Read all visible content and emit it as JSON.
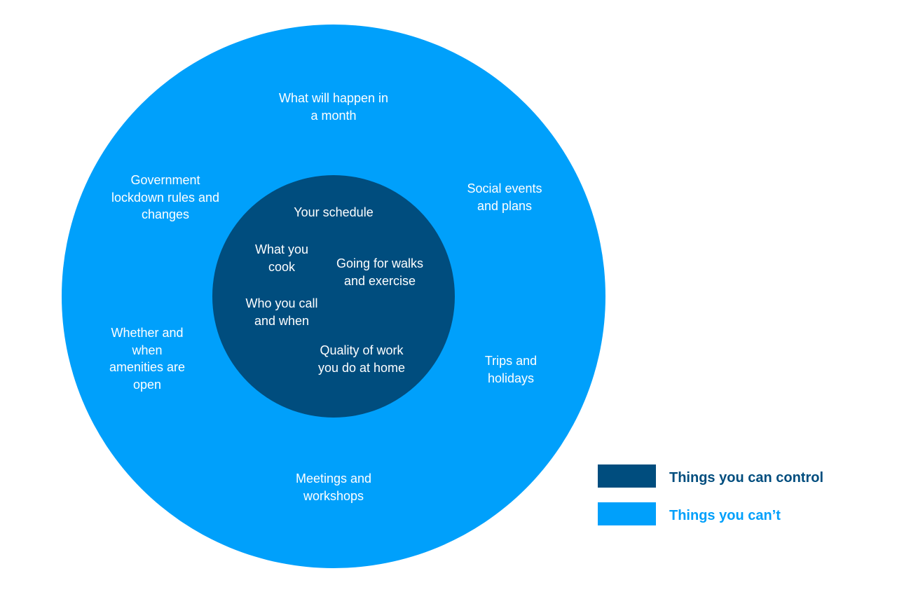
{
  "colors": {
    "controllable": "#004d7e",
    "uncontrollable": "#00a0fb"
  },
  "inner_items": [
    {
      "text": "Your schedule"
    },
    {
      "text": "What you\ncook"
    },
    {
      "text": "Going for walks\nand exercise"
    },
    {
      "text": "Who you call\nand when"
    },
    {
      "text": "Quality of work\nyou do at home"
    }
  ],
  "outer_items": [
    {
      "text": "What will happen in\na month"
    },
    {
      "text": "Government\nlockdown rules and\nchanges"
    },
    {
      "text": "Social events\nand plans"
    },
    {
      "text": "Whether  and\nwhen\namenities are\nopen"
    },
    {
      "text": "Trips and\nholidays"
    },
    {
      "text": "Meetings and\nworkshops"
    }
  ],
  "legend": [
    {
      "label": "Things you can control",
      "color": "#004d7e"
    },
    {
      "label": "Things you can’t",
      "color": "#00a0fb"
    }
  ]
}
